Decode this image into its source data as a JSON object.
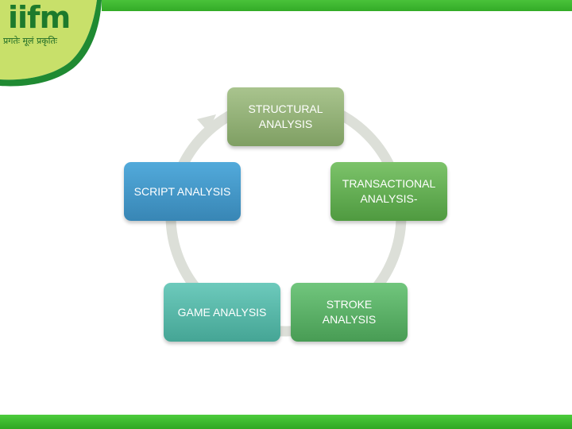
{
  "logo": {
    "wordmark": "iifm",
    "tagline": "प्रगतेः मूलं प्रकृतिः",
    "brand_green": "#1d7a2c",
    "light_green": "#c8e06a"
  },
  "bars": {
    "color": "#3db52f"
  },
  "diagram": {
    "type": "cycle",
    "ring_color": "#dcdfd8",
    "nodes": [
      {
        "id": "structural",
        "label_lines": [
          "STRUCTURAL",
          "ANALYSIS"
        ],
        "color": "#8fae72"
      },
      {
        "id": "transactional",
        "label_lines": [
          "TRANSACTIONAL",
          "ANALYSIS-"
        ],
        "color": "#5fa84d"
      },
      {
        "id": "stroke",
        "label_lines": [
          "STROKE",
          "ANALYSIS"
        ],
        "color": "#5aae66"
      },
      {
        "id": "game",
        "label_lines": [
          "GAME ANALYSIS"
        ],
        "color": "#55b5a6"
      },
      {
        "id": "script",
        "label_lines": [
          "SCRIPT ANALYSIS"
        ],
        "color": "#4596c8"
      }
    ]
  }
}
